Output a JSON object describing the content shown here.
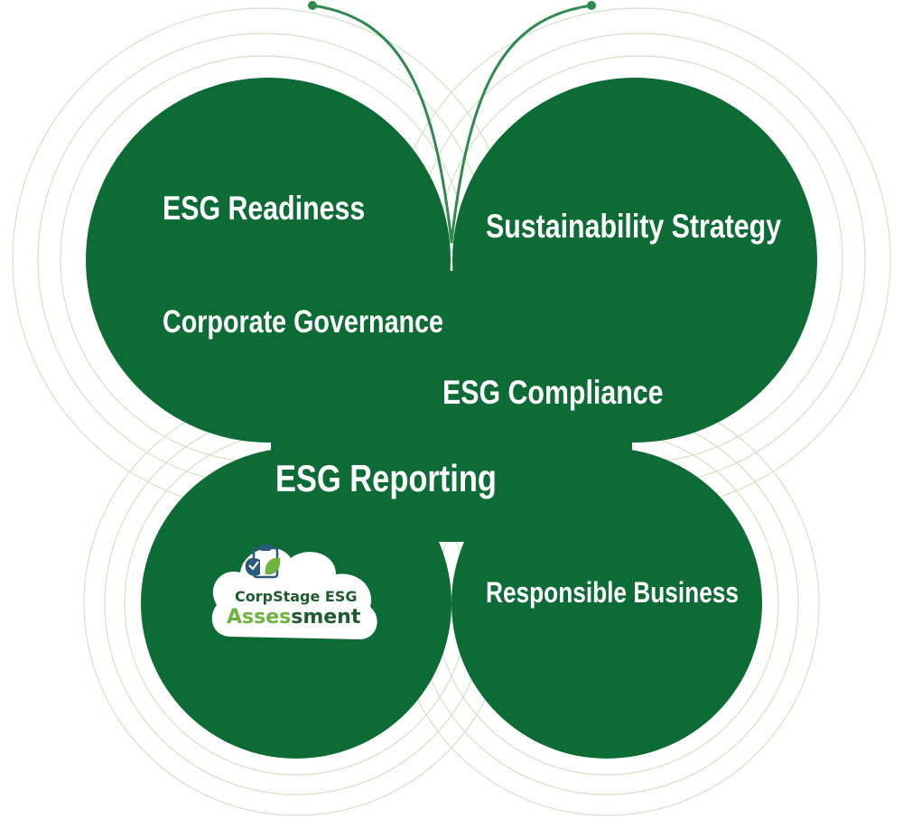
{
  "labels": {
    "esg_readiness": "ESG Readiness",
    "sustainability_strategy": "Sustainability Strategy",
    "corporate_governance": "Corporate Governance",
    "esg_compliance": "ESG Compliance",
    "esg_reporting": "ESG Reporting",
    "responsible_business": "Responsible Business"
  },
  "logo": {
    "line1": "CorpStage ESG",
    "line2_accent": "Asses",
    "line2_rest": "sment",
    "icon": "clipboard-leaf-check-icon"
  },
  "colors": {
    "petal": "#0d6b35",
    "ring": "#c8dfb8",
    "antenna": "#2f8a4d",
    "logo_blue": "#2b5a7a",
    "logo_green": "#6db33f",
    "logo_dark": "#1e5c2e"
  }
}
